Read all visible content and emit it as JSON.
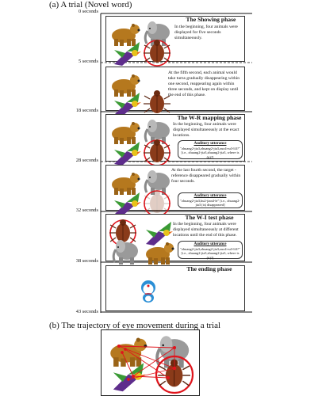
{
  "section_a_title": "(a) A trial (Novel word)",
  "section_b_title": "(b) The trajectory of eye movement during a trial",
  "ticks": [
    "0 seconds",
    "5 seconds",
    "18 seconds",
    "28 seconds",
    "32 seconds",
    "38 seconds",
    "43 seconds"
  ],
  "phases": {
    "showing": {
      "title": "The Showing phase",
      "desc1": "In the beginning, four animals were displayed for five seconds simultaneously.",
      "desc2": "At the fifth second, each animal would take turns gradually disappearing within one second, reappearing again within three seconds, and kept on display until the end of this phase."
    },
    "wr_mapping": {
      "title": "The W-R mapping phase",
      "desc1": "In the beginning, four animals were displayed simultaneously at the exact locations.",
      "utter1_head": "Auditory utterance",
      "utter1_body": "\"zhuang2-jia3,zhuang2-jia3,zuo4-ru3-li3?\" [i.e., zhuang2-jia3,zhuang2-jia3, where is (it)?]",
      "desc2": "At the last fourth second, the target - reference disappeared gradually within four seconds.",
      "utter2_head": "Auditory utterance",
      "utter2_body": "\"zhuang2-jia3,bu2-jian4-le\" [i.e., zhuang2-jia3 (is) disappeared]"
    },
    "wi_test": {
      "title": "The W-I test phase",
      "desc": "In the beginning, four animals were displayed simultaneously at different locations until the end of this phase.",
      "utter_head": "Auditory utterance",
      "utter_body": "\"zhuang2-jia3,zhuang2-jia3,zuo4-ru3-li3?\" [i.e., zhuang2-jia3,zhuang2-jia3, where is (it)?]"
    },
    "ending": {
      "title": "The ending phase"
    }
  },
  "colors": {
    "bear": "#b5781e",
    "elephant": "#9a9a9a",
    "bird": "#5e2d8c",
    "bird_wing": "#3a9a35",
    "beetle": "#8a3b1a",
    "highlight": "#e0141c"
  }
}
